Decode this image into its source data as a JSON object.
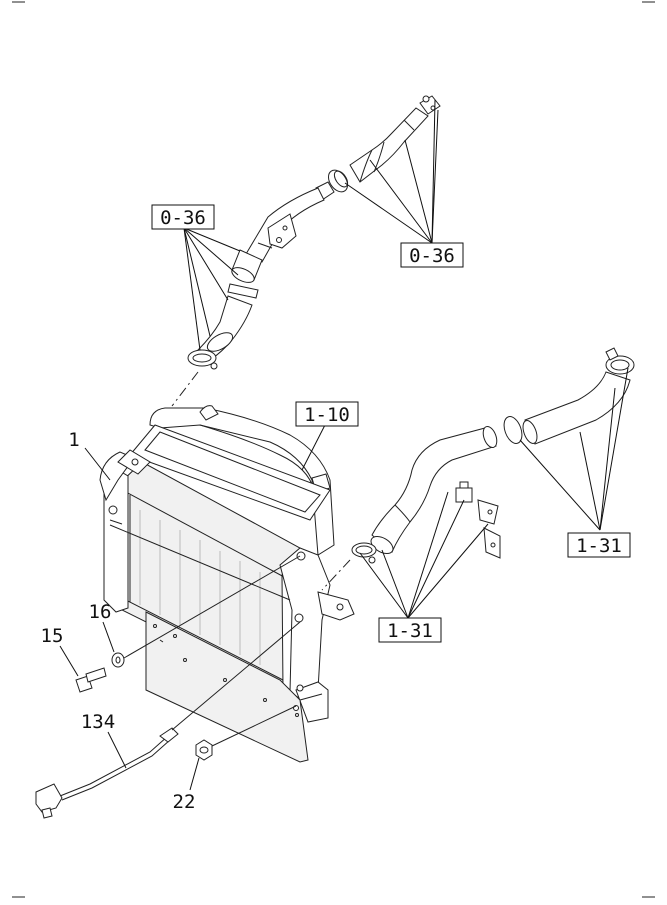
{
  "diagram": {
    "reference_labels": [
      "0-36",
      "0-36",
      "1-10",
      "1-31",
      "1-31"
    ],
    "part_numbers": [
      "1",
      "16",
      "15",
      "134",
      "22"
    ]
  },
  "colors": {
    "line": "#222222",
    "background": "#ffffff",
    "panel_fill": "#f1f1f1"
  }
}
